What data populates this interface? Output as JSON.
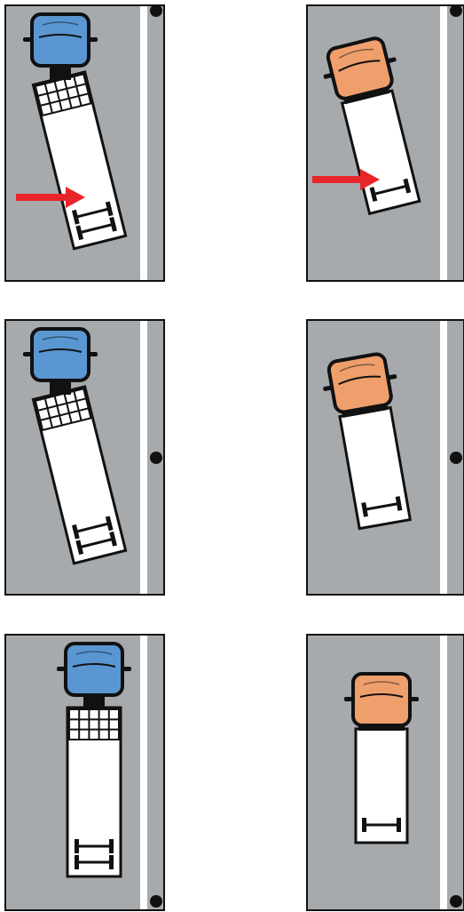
{
  "colors": {
    "road": "#a7aaad",
    "border": "#111111",
    "lane_line": "#ffffff",
    "cab_blue": "#5a96d2",
    "cab_orange": "#ef9f6c",
    "trailer": "#ffffff",
    "arrow": "#e8262a",
    "marker": "#111111"
  },
  "icons": {
    "blue_truck": "articulated-truck-icon",
    "orange_truck": "rigid-truck-icon",
    "arrow": "red-arrow-icon",
    "marker": "reference-dot-icon"
  },
  "panels": [
    {
      "id": "a",
      "row": 1,
      "col": 1,
      "truck": "blue",
      "state": "jackknife-start",
      "arrow": true,
      "marker": "top"
    },
    {
      "id": "b",
      "row": 1,
      "col": 2,
      "truck": "orange",
      "state": "rear-swing-start",
      "arrow": true,
      "marker": "top"
    },
    {
      "id": "c",
      "row": 2,
      "col": 1,
      "truck": "blue",
      "state": "jackknife-mid",
      "arrow": false,
      "marker": "middle"
    },
    {
      "id": "d",
      "row": 2,
      "col": 2,
      "truck": "orange",
      "state": "rear-swing-mid",
      "arrow": false,
      "marker": "middle"
    },
    {
      "id": "e",
      "row": 3,
      "col": 1,
      "truck": "blue",
      "state": "straight",
      "arrow": false,
      "marker": "bottom"
    },
    {
      "id": "f",
      "row": 3,
      "col": 2,
      "truck": "orange",
      "state": "straight",
      "arrow": false,
      "marker": "bottom"
    }
  ]
}
